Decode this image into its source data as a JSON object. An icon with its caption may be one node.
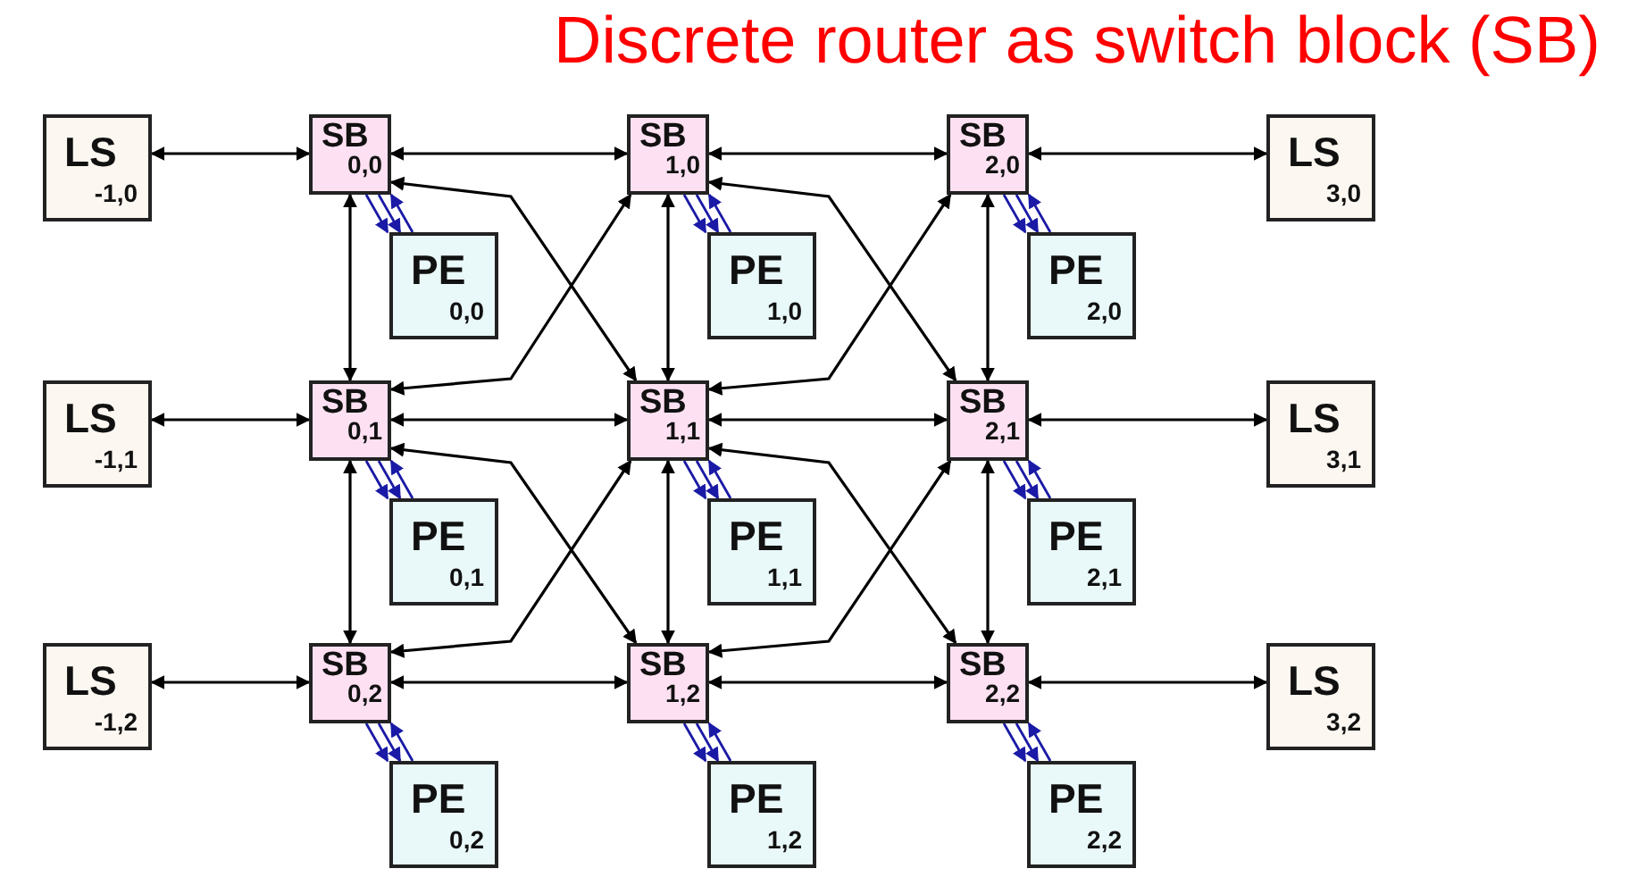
{
  "diagram": {
    "title": "Discrete router as switch block (SB)",
    "nodes": [
      {
        "text": [
          "LS",
          "-1,0"
        ]
      },
      {
        "text": [
          "SB",
          "0,0"
        ]
      },
      {
        "text": [
          "SB",
          "1,0"
        ]
      },
      {
        "text": [
          "SB",
          "2,0"
        ]
      },
      {
        "text": [
          "LS",
          "3,0"
        ]
      },
      {
        "text": [
          "PE",
          "0,0"
        ]
      },
      {
        "text": [
          "PE",
          "1,0"
        ]
      },
      {
        "text": [
          "PE",
          "2,0"
        ]
      },
      {
        "text": [
          "LS",
          "-1,1"
        ]
      },
      {
        "text": [
          "SB",
          "0,1"
        ]
      },
      {
        "text": [
          "SB",
          "1,1"
        ]
      },
      {
        "text": [
          "SB",
          "2,1"
        ]
      },
      {
        "text": [
          "LS",
          "3,1"
        ]
      },
      {
        "text": [
          "PE",
          "0,1"
        ]
      },
      {
        "text": [
          "PE",
          "1,1"
        ]
      },
      {
        "text": [
          "PE",
          "2,1"
        ]
      },
      {
        "text": [
          "LS",
          "-1,2"
        ]
      },
      {
        "text": [
          "SB",
          "0,2"
        ]
      },
      {
        "text": [
          "SB",
          "1,2"
        ]
      },
      {
        "text": [
          "SB",
          "2,2"
        ]
      },
      {
        "text": [
          "LS",
          "3,2"
        ]
      },
      {
        "text": [
          "PE",
          "0,2"
        ]
      },
      {
        "text": [
          "PE",
          "1,2"
        ]
      },
      {
        "text": [
          "PE",
          "2,2"
        ]
      }
    ],
    "edges": [
      {
        "from": 0,
        "to": 1,
        "arrow": "both",
        "color": "#000000"
      },
      {
        "from": 1,
        "to": 2,
        "arrow": "both",
        "color": "#000000"
      },
      {
        "from": 2,
        "to": 3,
        "arrow": "both",
        "color": "#000000"
      },
      {
        "from": 3,
        "to": 4,
        "arrow": "both",
        "color": "#000000"
      },
      {
        "from": 8,
        "to": 9,
        "arrow": "both",
        "color": "#000000"
      },
      {
        "from": 9,
        "to": 10,
        "arrow": "both",
        "color": "#000000"
      },
      {
        "from": 10,
        "to": 11,
        "arrow": "both",
        "color": "#000000"
      },
      {
        "from": 11,
        "to": 12,
        "arrow": "both",
        "color": "#000000"
      },
      {
        "from": 16,
        "to": 17,
        "arrow": "both",
        "color": "#000000"
      },
      {
        "from": 17,
        "to": 18,
        "arrow": "both",
        "color": "#000000"
      },
      {
        "from": 18,
        "to": 19,
        "arrow": "both",
        "color": "#000000"
      },
      {
        "from": 19,
        "to": 20,
        "arrow": "both",
        "color": "#000000"
      },
      {
        "from": 1,
        "to": 9,
        "arrow": "both",
        "color": "#000000"
      },
      {
        "from": 9,
        "to": 17,
        "arrow": "both",
        "color": "#000000"
      },
      {
        "from": 2,
        "to": 10,
        "arrow": "both",
        "color": "#000000"
      },
      {
        "from": 10,
        "to": 18,
        "arrow": "both",
        "color": "#000000"
      },
      {
        "from": 3,
        "to": 11,
        "arrow": "both",
        "color": "#000000"
      },
      {
        "from": 11,
        "to": 19,
        "arrow": "both",
        "color": "#000000"
      },
      {
        "from": 1,
        "to": 10,
        "arrow": "both",
        "color": "#000000"
      },
      {
        "from": 9,
        "to": 2,
        "arrow": "both",
        "color": "#000000"
      },
      {
        "from": 2,
        "to": 11,
        "arrow": "both",
        "color": "#000000"
      },
      {
        "from": 10,
        "to": 3,
        "arrow": "both",
        "color": "#000000"
      },
      {
        "from": 9,
        "to": 18,
        "arrow": "both",
        "color": "#000000"
      },
      {
        "from": 17,
        "to": 10,
        "arrow": "both",
        "color": "#000000"
      },
      {
        "from": 10,
        "to": 19,
        "arrow": "both",
        "color": "#000000"
      },
      {
        "from": 18,
        "to": 11,
        "arrow": "both",
        "color": "#000000"
      },
      {
        "from": 1,
        "to": 5,
        "arrow": "to",
        "color": "#1a1aa6"
      },
      {
        "from": 1,
        "to": 5,
        "arrow": "to",
        "color": "#1a1aa6"
      },
      {
        "from": 5,
        "to": 1,
        "arrow": "to",
        "color": "#1a1aa6"
      },
      {
        "from": 2,
        "to": 6,
        "arrow": "to",
        "color": "#1a1aa6"
      },
      {
        "from": 2,
        "to": 6,
        "arrow": "to",
        "color": "#1a1aa6"
      },
      {
        "from": 6,
        "to": 2,
        "arrow": "to",
        "color": "#1a1aa6"
      },
      {
        "from": 3,
        "to": 7,
        "arrow": "to",
        "color": "#1a1aa6"
      },
      {
        "from": 3,
        "to": 7,
        "arrow": "to",
        "color": "#1a1aa6"
      },
      {
        "from": 7,
        "to": 3,
        "arrow": "to",
        "color": "#1a1aa6"
      },
      {
        "from": 9,
        "to": 13,
        "arrow": "to",
        "color": "#1a1aa6"
      },
      {
        "from": 9,
        "to": 13,
        "arrow": "to",
        "color": "#1a1aa6"
      },
      {
        "from": 13,
        "to": 9,
        "arrow": "to",
        "color": "#1a1aa6"
      },
      {
        "from": 10,
        "to": 14,
        "arrow": "to",
        "color": "#1a1aa6"
      },
      {
        "from": 10,
        "to": 14,
        "arrow": "to",
        "color": "#1a1aa6"
      },
      {
        "from": 14,
        "to": 10,
        "arrow": "to",
        "color": "#1a1aa6"
      },
      {
        "from": 11,
        "to": 15,
        "arrow": "to",
        "color": "#1a1aa6"
      },
      {
        "from": 11,
        "to": 15,
        "arrow": "to",
        "color": "#1a1aa6"
      },
      {
        "from": 15,
        "to": 11,
        "arrow": "to",
        "color": "#1a1aa6"
      },
      {
        "from": 17,
        "to": 21,
        "arrow": "to",
        "color": "#1a1aa6"
      },
      {
        "from": 17,
        "to": 21,
        "arrow": "to",
        "color": "#1a1aa6"
      },
      {
        "from": 21,
        "to": 17,
        "arrow": "to",
        "color": "#1a1aa6"
      },
      {
        "from": 18,
        "to": 22,
        "arrow": "to",
        "color": "#1a1aa6"
      },
      {
        "from": 18,
        "to": 22,
        "arrow": "to",
        "color": "#1a1aa6"
      },
      {
        "from": 22,
        "to": 18,
        "arrow": "to",
        "color": "#1a1aa6"
      },
      {
        "from": 19,
        "to": 23,
        "arrow": "to",
        "color": "#1a1aa6"
      },
      {
        "from": 19,
        "to": 23,
        "arrow": "to",
        "color": "#1a1aa6"
      },
      {
        "from": 23,
        "to": 19,
        "arrow": "to",
        "color": "#1a1aa6"
      }
    ]
  }
}
